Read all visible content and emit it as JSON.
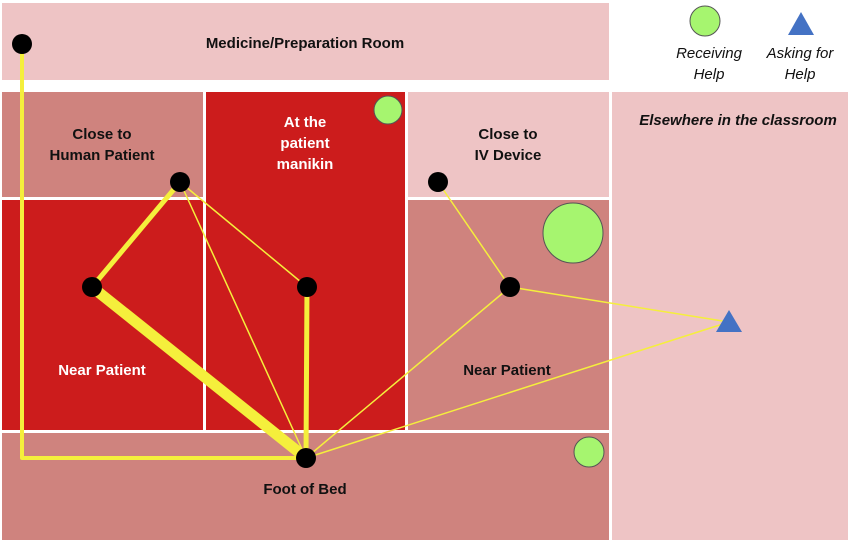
{
  "zones": {
    "medicine_room": "Medicine/Preparation Room",
    "close_human_line1": "Close to",
    "close_human_line2": "Human Patient",
    "manikin_line1": "At the",
    "manikin_line2": "patient",
    "manikin_line3": "manikin",
    "close_iv_line1": "Close to",
    "close_iv_line2": "IV Device",
    "elsewhere": "Elsewhere in the classroom",
    "near_patient_left": "Near Patient",
    "near_patient_right": "Near Patient",
    "foot_of_bed": "Foot of Bed"
  },
  "legend": {
    "receiving_line1": "Receiving",
    "receiving_line2": "Help",
    "asking_line1": "Asking for",
    "asking_line2": "Help"
  },
  "colors": {
    "zone_dark_red": "#cc1c1c",
    "zone_medium": "#cf837e",
    "zone_light": "#eec4c5",
    "path_yellow": "#f5ef3c",
    "node_black": "#000000",
    "receiving_green": "#a6f56f",
    "asking_blue": "#4472c4"
  }
}
